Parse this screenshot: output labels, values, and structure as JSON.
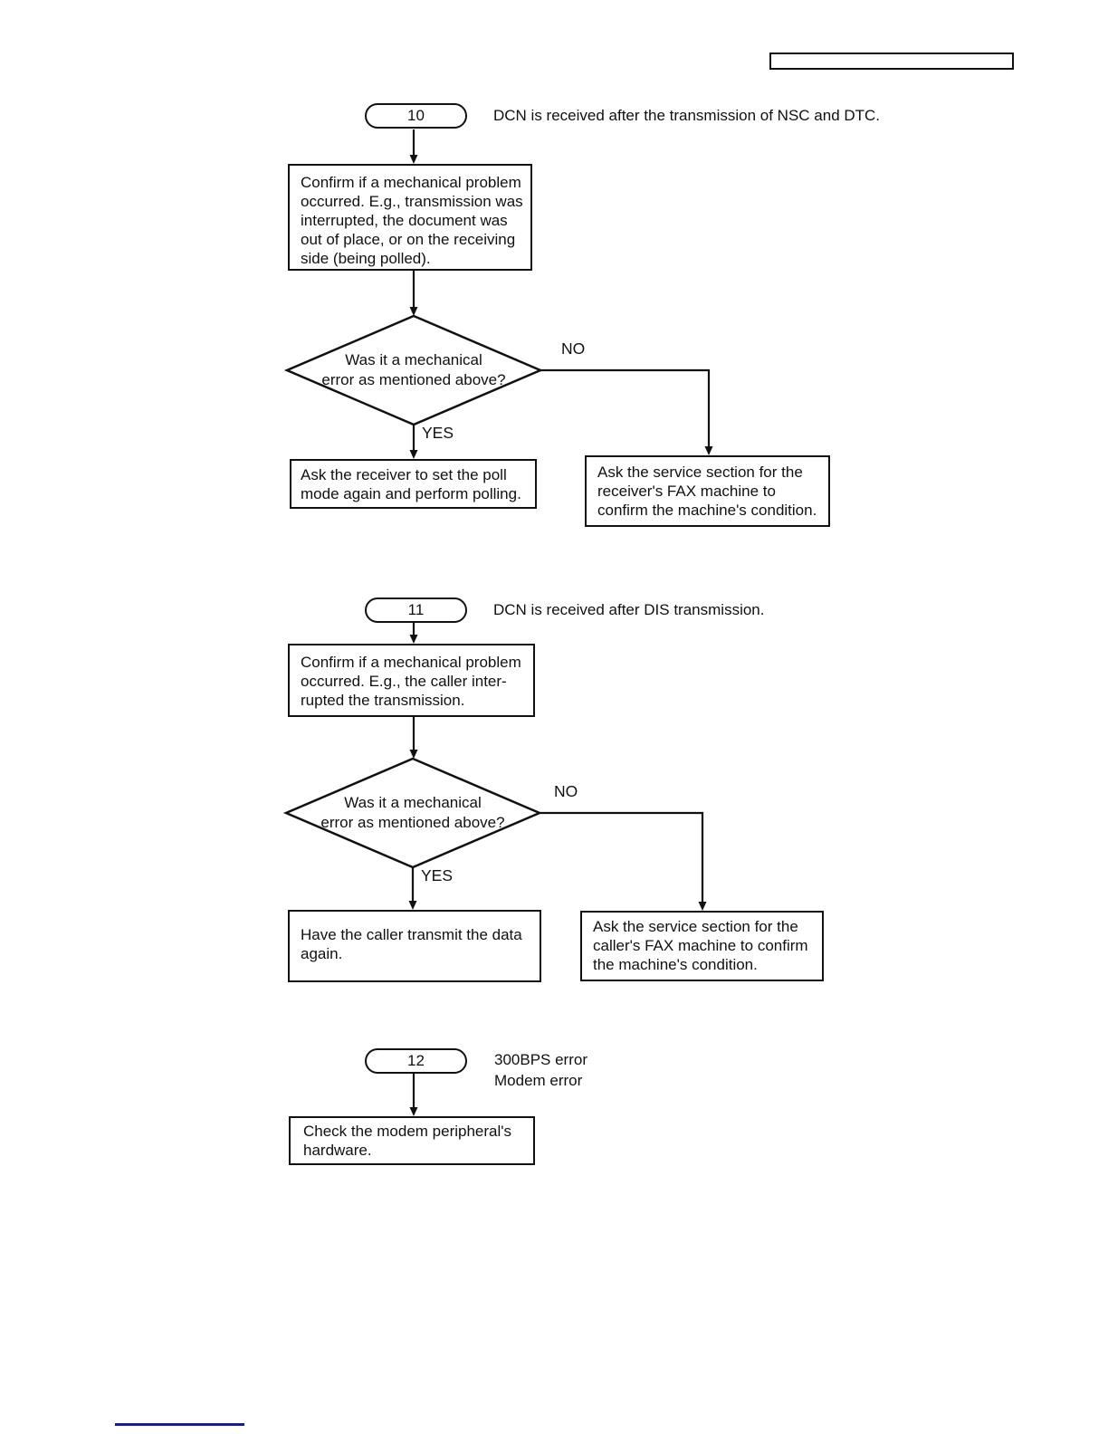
{
  "page": {
    "background": "#ffffff",
    "ink_color": "#111111",
    "footer_rule_color": "#1b1c8e"
  },
  "sections": [
    {
      "badge": "10",
      "caption_lines": [
        "DCN is received after the transmission of NSC and DTC."
      ],
      "step_lines": [
        "Confirm if a mechanical problem",
        "occurred. E.g., transmission was",
        "interrupted, the document was",
        "out of place, or on the receiving",
        "side (being polled)."
      ],
      "decision_lines": [
        "Was it a mechanical",
        "error as mentioned above?"
      ],
      "no_label": "NO",
      "yes_label": "YES",
      "yes_box_lines": [
        "Ask the receiver to set the poll",
        "mode again and perform polling."
      ],
      "no_box_lines": [
        "Ask the service section for the",
        "receiver's FAX machine to",
        "confirm the machine's condition."
      ]
    },
    {
      "badge": "11",
      "caption_lines": [
        "DCN is received after DIS transmission."
      ],
      "step_lines": [
        "Confirm if a mechanical problem",
        "occurred. E.g., the caller inter-",
        "rupted the transmission."
      ],
      "decision_lines": [
        "Was it a mechanical",
        "error as mentioned above?"
      ],
      "no_label": "NO",
      "yes_label": "YES",
      "yes_box_lines": [
        "Have the caller transmit the data",
        "again."
      ],
      "no_box_lines": [
        "Ask the service section for the",
        "caller's FAX machine to confirm",
        "the machine's condition."
      ]
    },
    {
      "badge": "12",
      "caption_lines": [
        "300BPS error",
        "Modem error"
      ],
      "step_lines": [
        "Check the modem peripheral's",
        "hardware."
      ]
    }
  ]
}
